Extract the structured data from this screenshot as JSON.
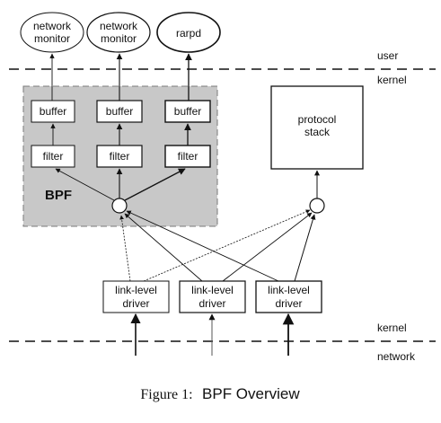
{
  "zones": {
    "user": "user",
    "kernel_top": "kernel",
    "kernel_bottom": "kernel",
    "network": "network"
  },
  "apps": {
    "monitor1": [
      "network",
      "monitor"
    ],
    "monitor2": [
      "network",
      "monitor"
    ],
    "rarpd": "rarpd"
  },
  "bpf": {
    "label": "BPF",
    "buffer_label": "buffer",
    "filter_label": "filter"
  },
  "protocol_stack": [
    "protocol",
    "stack"
  ],
  "drivers": {
    "label": [
      "link-level",
      "driver"
    ]
  },
  "caption": {
    "prefix": "Figure 1:",
    "title": "BPF Overview"
  },
  "colors": {
    "bpf_fill": "#c8c8c8",
    "stroke": "#111111"
  }
}
